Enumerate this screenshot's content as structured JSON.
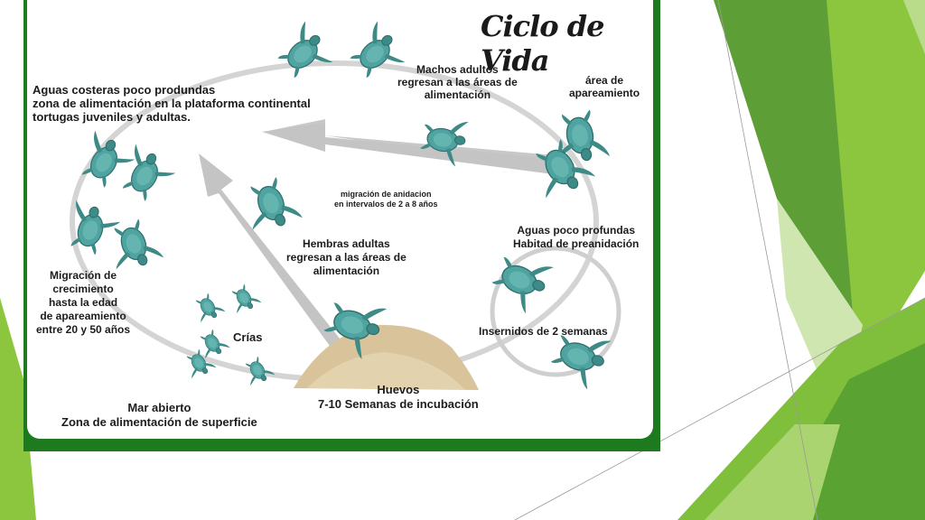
{
  "slide": {
    "theme_colors": {
      "light_green": "#8dc63f",
      "mid_green": "#6aa83a",
      "dark_green": "#3f7f2a",
      "frame_green": "#1e7a1e",
      "turtle_teal": "#4fa3a0"
    }
  },
  "diagram": {
    "title": "Ciclo de Vida",
    "labels": {
      "coastal": [
        "Aguas costeras poco produndas",
        "zona de alimentación en la plataforma continental",
        "tortugas juveniles y adultas."
      ],
      "males_return": [
        "Machos adultos",
        "regresan a las áreas de",
        "alimentación"
      ],
      "mating_area": [
        "área de",
        "apareamiento"
      ],
      "nesting_migration": [
        "migración de anidacion",
        "en intervalos de 2 a 8 años"
      ],
      "shallow_waters": [
        "Aguas poco profundas",
        "Habitad de preanidación"
      ],
      "females_return": [
        "Hembras adultas",
        "regresan a las áreas de",
        "alimentación"
      ],
      "growth_migration": [
        "Migración de",
        "crecimiento",
        "hasta la edad",
        "de apareamiento",
        "entre 20 y 50 años"
      ],
      "hatchlings": "Crías",
      "internesting": "Insernidos de 2 semanas",
      "eggs": [
        "Huevos",
        "7-10 Semanas de incubación"
      ],
      "open_sea": [
        "Mar abierto",
        "Zona de alimentación de superficie"
      ]
    }
  }
}
